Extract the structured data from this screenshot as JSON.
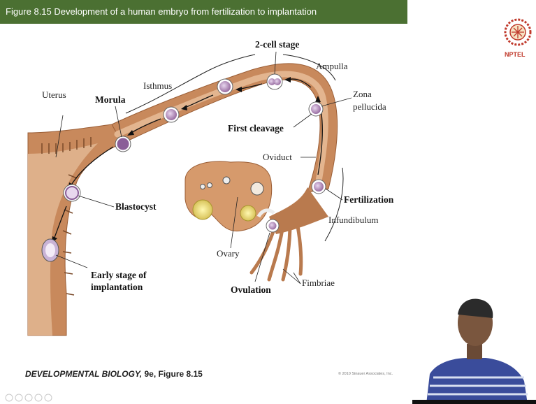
{
  "slide": {
    "title": "Figure 8.15  Development of a human embryo from fertilization to implantation",
    "footer_source_italic": "DEVELOPMENTAL BIOLOGY,",
    "footer_source_rest": " 9e, Figure 8.15",
    "copyright": "© 2010 Sinauer Associates, Inc.",
    "logo_text": "NPTEL"
  },
  "diagram": {
    "labels": {
      "two_cell": "2-cell stage",
      "ampulla": "Ampulla",
      "isthmus": "Isthmus",
      "uterus": "Uterus",
      "morula": "Morula",
      "zona1": "Zona",
      "zona2": "pellucida",
      "first_cleavage": "First cleavage",
      "oviduct": "Oviduct",
      "fertilization": "Fertilization",
      "infundibulum": "Infundibulum",
      "blastocyst": "Blastocyst",
      "ovary": "Ovary",
      "ovulation": "Ovulation",
      "fimbriae": "Fimbriae",
      "early1": "Early stage of",
      "early2": "implantation"
    }
  },
  "colors": {
    "title_bar": "#4b7032",
    "tissue": "#c8895c",
    "tissue_dark": "#a86a40",
    "oviduct_lumen": "#e3b58f",
    "cell": "#9a6fa3"
  }
}
